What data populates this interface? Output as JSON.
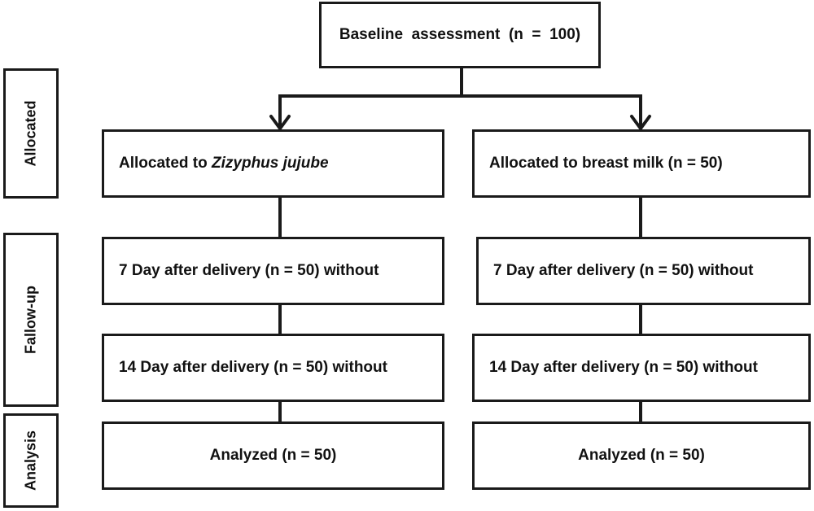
{
  "baseline": {
    "label": "Baseline  assessment  (n  =  100)"
  },
  "side_labels": {
    "allocated": "Allocated",
    "followup": "Fallow-up",
    "analysis": "Analysis"
  },
  "left_arm": {
    "allocated_prefix": "Allocated to ",
    "allocated_species": "Zizyphus jujube",
    "day7": "7 Day after delivery (n = 50) without",
    "day14": "14 Day after delivery (n = 50) without",
    "analyzed": "Analyzed (n = 50)"
  },
  "right_arm": {
    "allocated": "Allocated to breast milk (n = 50)",
    "day7": "7 Day after delivery (n = 50) without",
    "day14": "14 Day after delivery (n = 50) without",
    "analyzed": "Analyzed (n = 50)"
  },
  "colors": {
    "line": "#1a1a1a",
    "background": "#ffffff"
  }
}
